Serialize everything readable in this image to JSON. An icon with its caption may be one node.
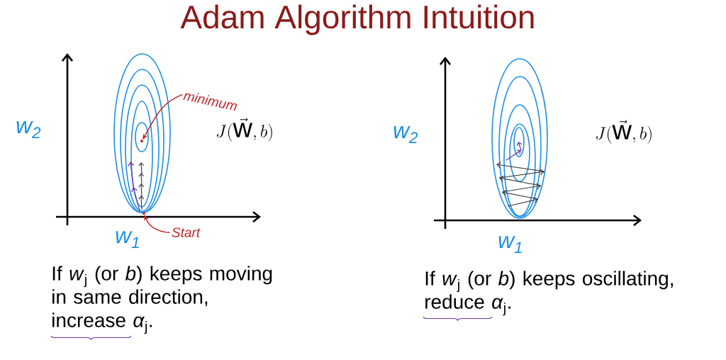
{
  "diagram": {
    "title": "Adam Algorithm Intuition",
    "nodes": [
      {
        "text": [
          "minimum"
        ]
      },
      {
        "text": [
          "Start"
        ]
      },
      {
        "text": [],
        "shape": "circle"
      },
      {
        "text": [],
        "shape": "circle"
      }
    ],
    "edges": [
      {
        "from": 0,
        "to": 3,
        "arrow": "to"
      },
      {
        "from": 1,
        "to": 2,
        "arrow": "to"
      }
    ],
    "labels": [
      "w$_{2}$",
      "J(\\vec{\\mathrm{w}}, b)",
      "w$_{1}$",
      "w$_{2}$",
      "J(\\vec{\\mathrm{w}}, b)",
      "w$_{1}$",
      "If *w*$_{j}$ (or *b*) keeps moving in same direction, increase *α*$_{j}$.",
      "If *w*$_{j}$ (or *b*) keeps oscillating, reduce *α*$_{j}$."
    ]
  }
}
